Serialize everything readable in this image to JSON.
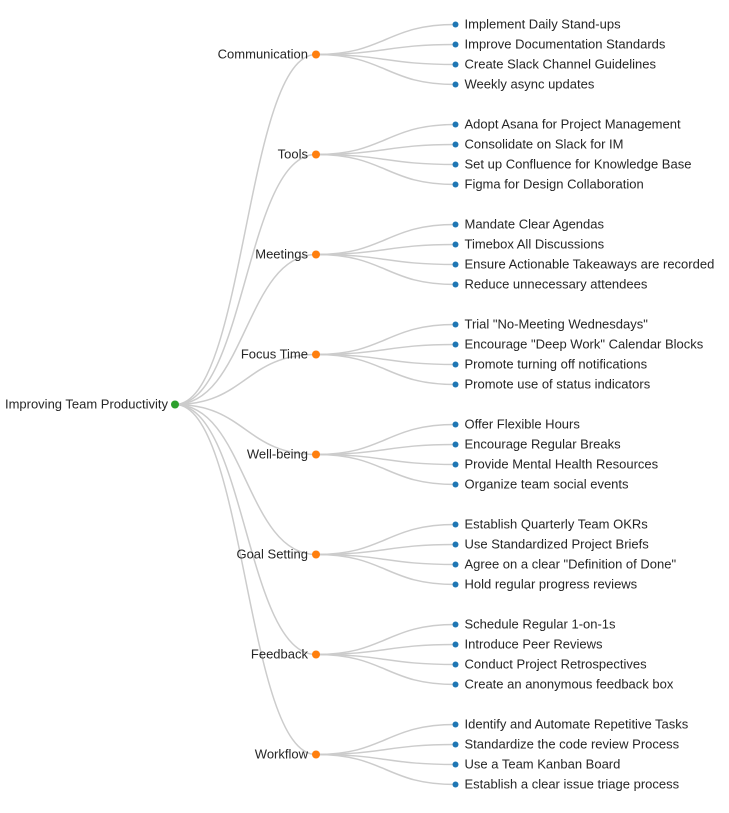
{
  "colors": {
    "root_dot": "#2ca02c",
    "branch_dot": "#ff7f0e",
    "leaf_dot": "#1f77b4",
    "link": "#cccccc",
    "text": "#262626",
    "background": "#ffffff"
  },
  "mindmap": {
    "root": {
      "label": "Improving Team Productivity"
    },
    "branches": [
      {
        "label": "Communication",
        "children": [
          "Implement Daily Stand-ups",
          "Improve Documentation Standards",
          "Create Slack Channel Guidelines",
          "Weekly async updates"
        ]
      },
      {
        "label": "Tools",
        "children": [
          "Adopt Asana for Project Management",
          "Consolidate on Slack for IM",
          "Set up Confluence for Knowledge Base",
          "Figma for Design Collaboration"
        ]
      },
      {
        "label": "Meetings",
        "children": [
          "Mandate Clear Agendas",
          "Timebox All Discussions",
          "Ensure Actionable Takeaways are recorded",
          "Reduce unnecessary attendees"
        ]
      },
      {
        "label": "Focus Time",
        "children": [
          "Trial \"No-Meeting Wednesdays\"",
          "Encourage \"Deep Work\" Calendar Blocks",
          "Promote turning off notifications",
          "Promote use of status indicators"
        ]
      },
      {
        "label": "Well-being",
        "children": [
          "Offer Flexible Hours",
          "Encourage Regular Breaks",
          "Provide Mental Health Resources",
          "Organize team social events"
        ]
      },
      {
        "label": "Goal Setting",
        "children": [
          "Establish Quarterly Team OKRs",
          "Use Standardized Project Briefs",
          "Agree on a clear \"Definition of Done\"",
          "Hold regular progress reviews"
        ]
      },
      {
        "label": "Feedback",
        "children": [
          "Schedule Regular 1-on-1s",
          "Introduce Peer Reviews",
          "Conduct Project Retrospectives",
          "Create an anonymous feedback box"
        ]
      },
      {
        "label": "Workflow",
        "children": [
          "Identify and Automate Repetitive Tasks",
          "Standardize the code review Process",
          "Use a Team Kanban Board",
          "Establish a clear issue triage process"
        ]
      }
    ]
  }
}
